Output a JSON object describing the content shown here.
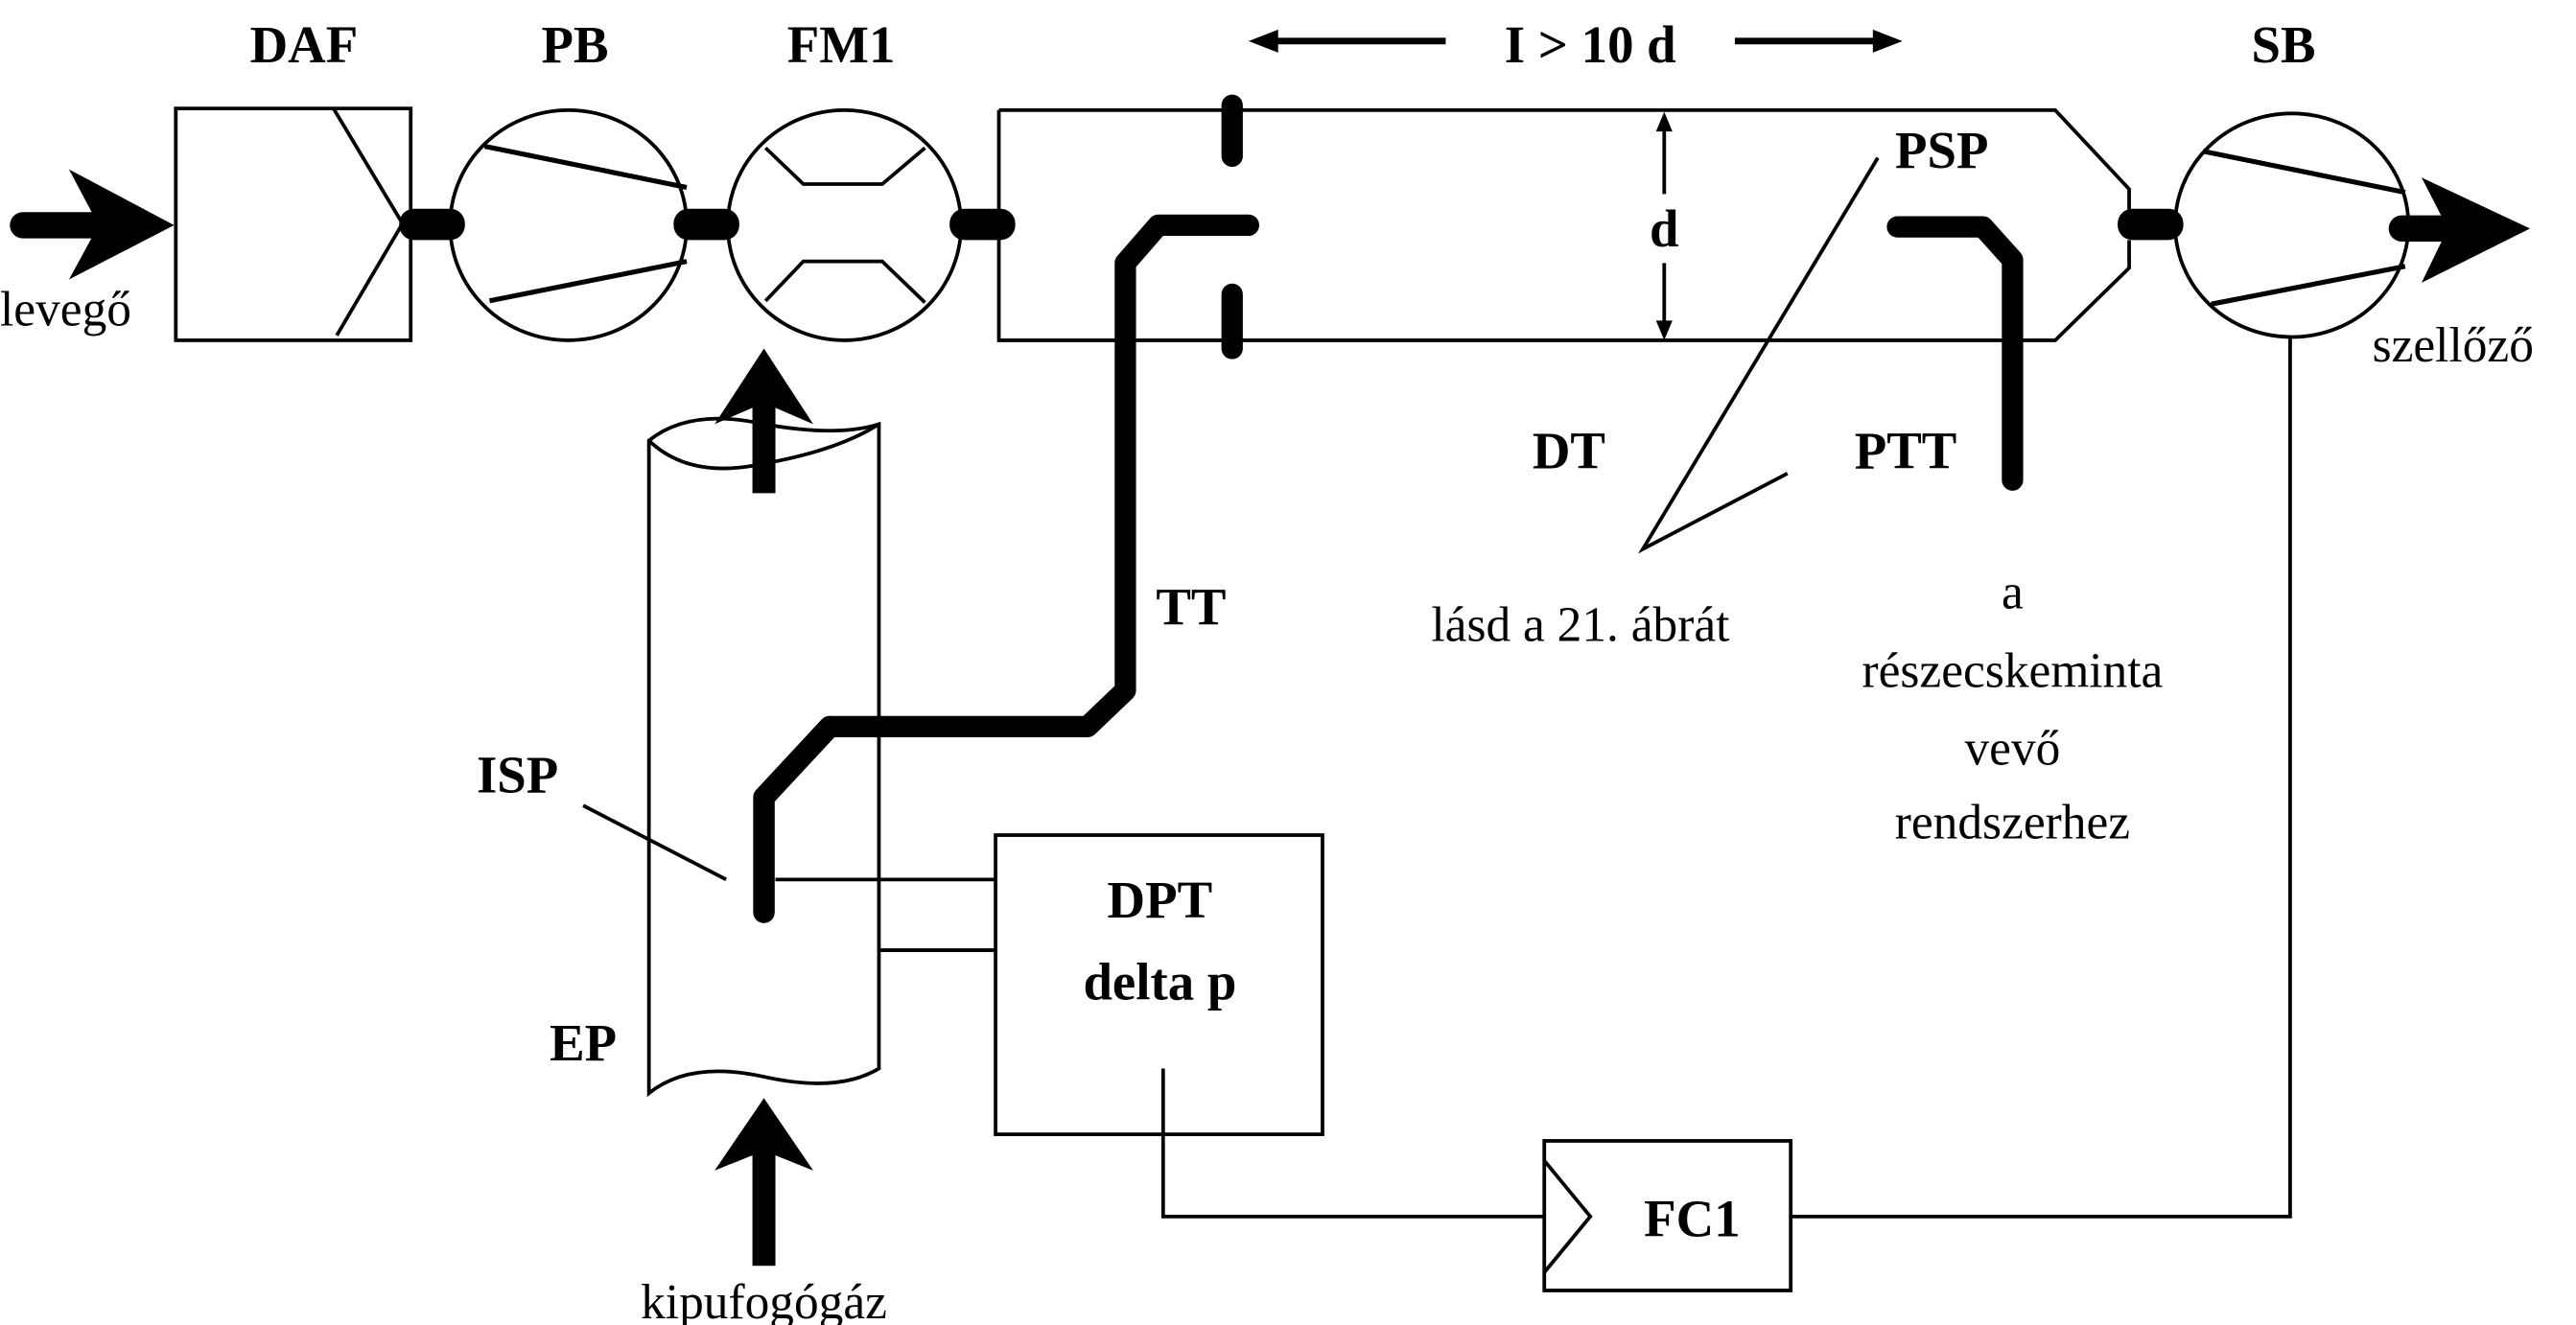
{
  "labels": {
    "daf": "DAF",
    "pb": "PB",
    "fm1": "FM1",
    "length": "I > 10 d",
    "sb": "SB",
    "d": "d",
    "psp": "PSP",
    "dt": "DT",
    "ptt": "PTT",
    "tt": "TT",
    "see_fig": "lásd a 21. ábrát",
    "particle_line1": "a",
    "particle_line2": "részecskeminta",
    "particle_line3": "vevő",
    "particle_line4": "rendszerhez",
    "isp": "ISP",
    "ep": "EP",
    "dpt": "DPT",
    "delta_p": "delta p",
    "fc1": "FC1",
    "air_in": "levegő",
    "vent_out": "szellőző",
    "exhaust": "kipufogógáz"
  }
}
